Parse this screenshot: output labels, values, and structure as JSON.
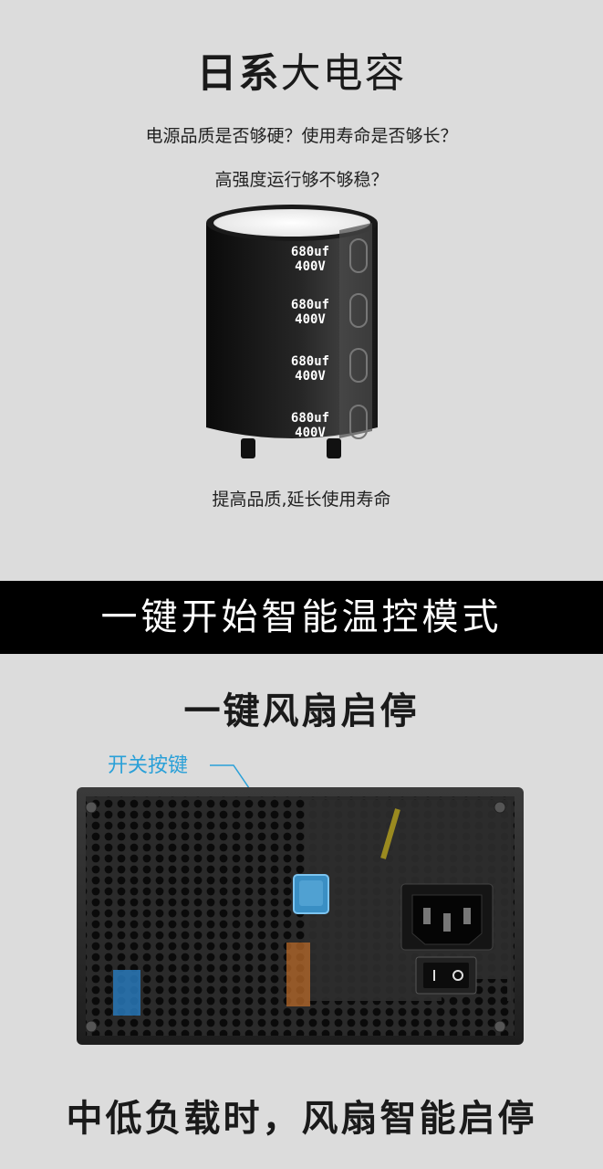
{
  "header": {
    "title_bold": "日系",
    "title_light": "大电容",
    "question1": "电源品质是否够硬？使用寿命是否够长？",
    "question2": "高强度运行够不够稳？",
    "benefit": "提高品质,延长使用寿命"
  },
  "capacitor": {
    "labels": [
      {
        "cap": "680uf",
        "volt": "400V"
      },
      {
        "cap": "680uf",
        "volt": "400V"
      },
      {
        "cap": "680uf",
        "volt": "400V"
      },
      {
        "cap": "680uf",
        "volt": "400V"
      }
    ]
  },
  "banner": {
    "text": "一键开始智能温控模式"
  },
  "fan": {
    "title": "一键风扇启停",
    "callout": "开关按键",
    "bottom_text": "中低负载时，风扇智能启停"
  },
  "colors": {
    "background": "#dcdcdc",
    "banner": "#000000",
    "callout": "#2aa0d8",
    "button": "#3a8fc4"
  }
}
